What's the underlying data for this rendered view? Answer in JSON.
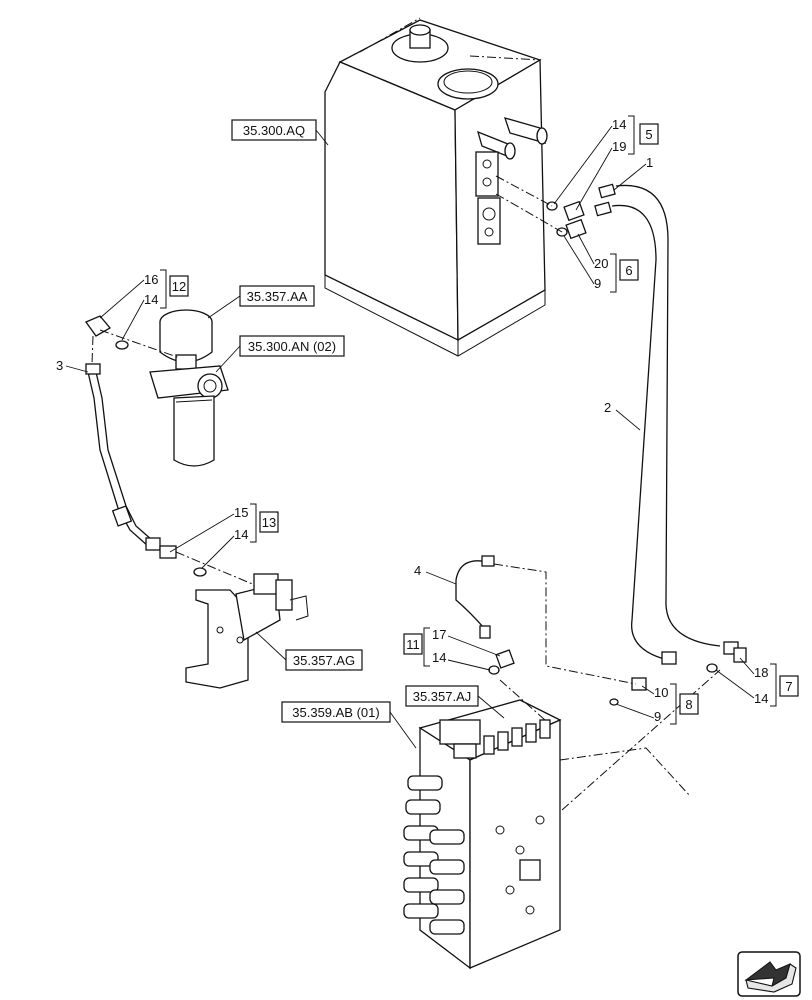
{
  "references": {
    "tank": "35.300.AQ",
    "accumulator": "35.357.AA",
    "filter": "35.300.AN (02)",
    "pilot_block": "35.357.AG",
    "valve_aj": "35.357.AJ",
    "control_valve": "35.359.AB (01)"
  },
  "items": {
    "i1": "1",
    "i2": "2",
    "i3": "3",
    "i4": "4",
    "i14a": "14",
    "i19": "19",
    "g5": "5",
    "i20": "20",
    "i9a": "9",
    "g6": "6",
    "i16": "16",
    "i14b": "14",
    "g12": "12",
    "i15": "15",
    "i14c": "14",
    "g13": "13",
    "i17": "17",
    "i14d": "14",
    "g11": "11",
    "i10": "10",
    "i9b": "9",
    "g8": "8",
    "i18": "18",
    "i14e": "14",
    "g7": "7"
  },
  "icons": {
    "corner": "direction-arrow-icon"
  }
}
